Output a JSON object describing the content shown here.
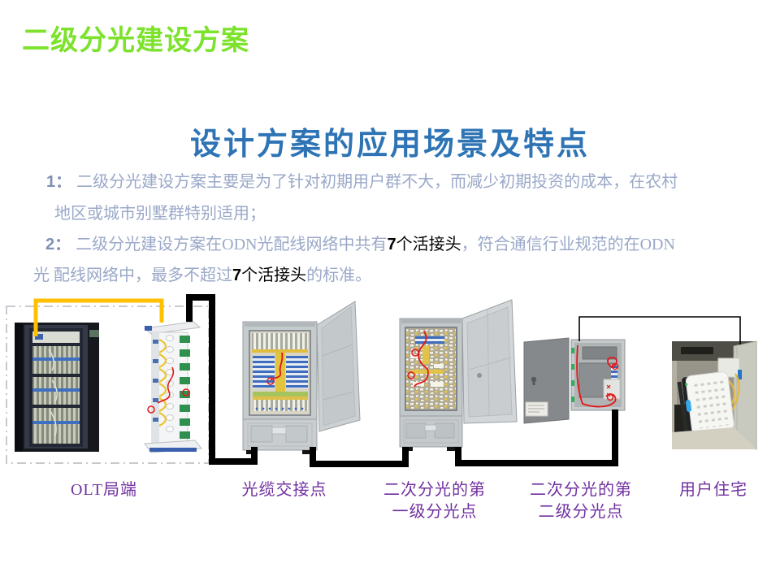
{
  "slide": {
    "title": "二级分光建设方案",
    "heading": "设计方案的应用场景及特点",
    "body": {
      "item1_num": "1：",
      "item1_line1": "二级分光建设方案主要是为了针对初期用户群不大，而减少初期投资的成本，在农村",
      "item1_line2": "地区或城市别墅群特别适用；",
      "item2_num": "2：",
      "item2_seg1": "二级分光建设方案在ODN光配线网络中共有",
      "item2_hl1_num": "7",
      "item2_hl1_text": "个活接头",
      "item2_seg2": "，符合通信行业规范的在ODN",
      "item2_line2_seg1": "光 配线网络中，最多不超过",
      "item2_hl2_num": "7",
      "item2_hl2_text": "个活接头",
      "item2_line2_seg2": "的标准。"
    },
    "diagram": {
      "labels": {
        "olt": "OLT局端",
        "crossconnect": "光缆交接点",
        "splitter1_line1": "二次分光的第",
        "splitter1_line2": "一级分光点",
        "splitter2_line1": "二次分光的第",
        "splitter2_line2": "二级分光点",
        "home": "用户住宅"
      }
    },
    "colors": {
      "title_green": "#7CE22C",
      "heading_blue": "#2E74B5",
      "body_blue": "#9AA8C8",
      "highlight_black": "#000000",
      "label_purple": "#7030A0",
      "cable_yellow": "#FFC000",
      "cable_black": "#000000"
    }
  }
}
